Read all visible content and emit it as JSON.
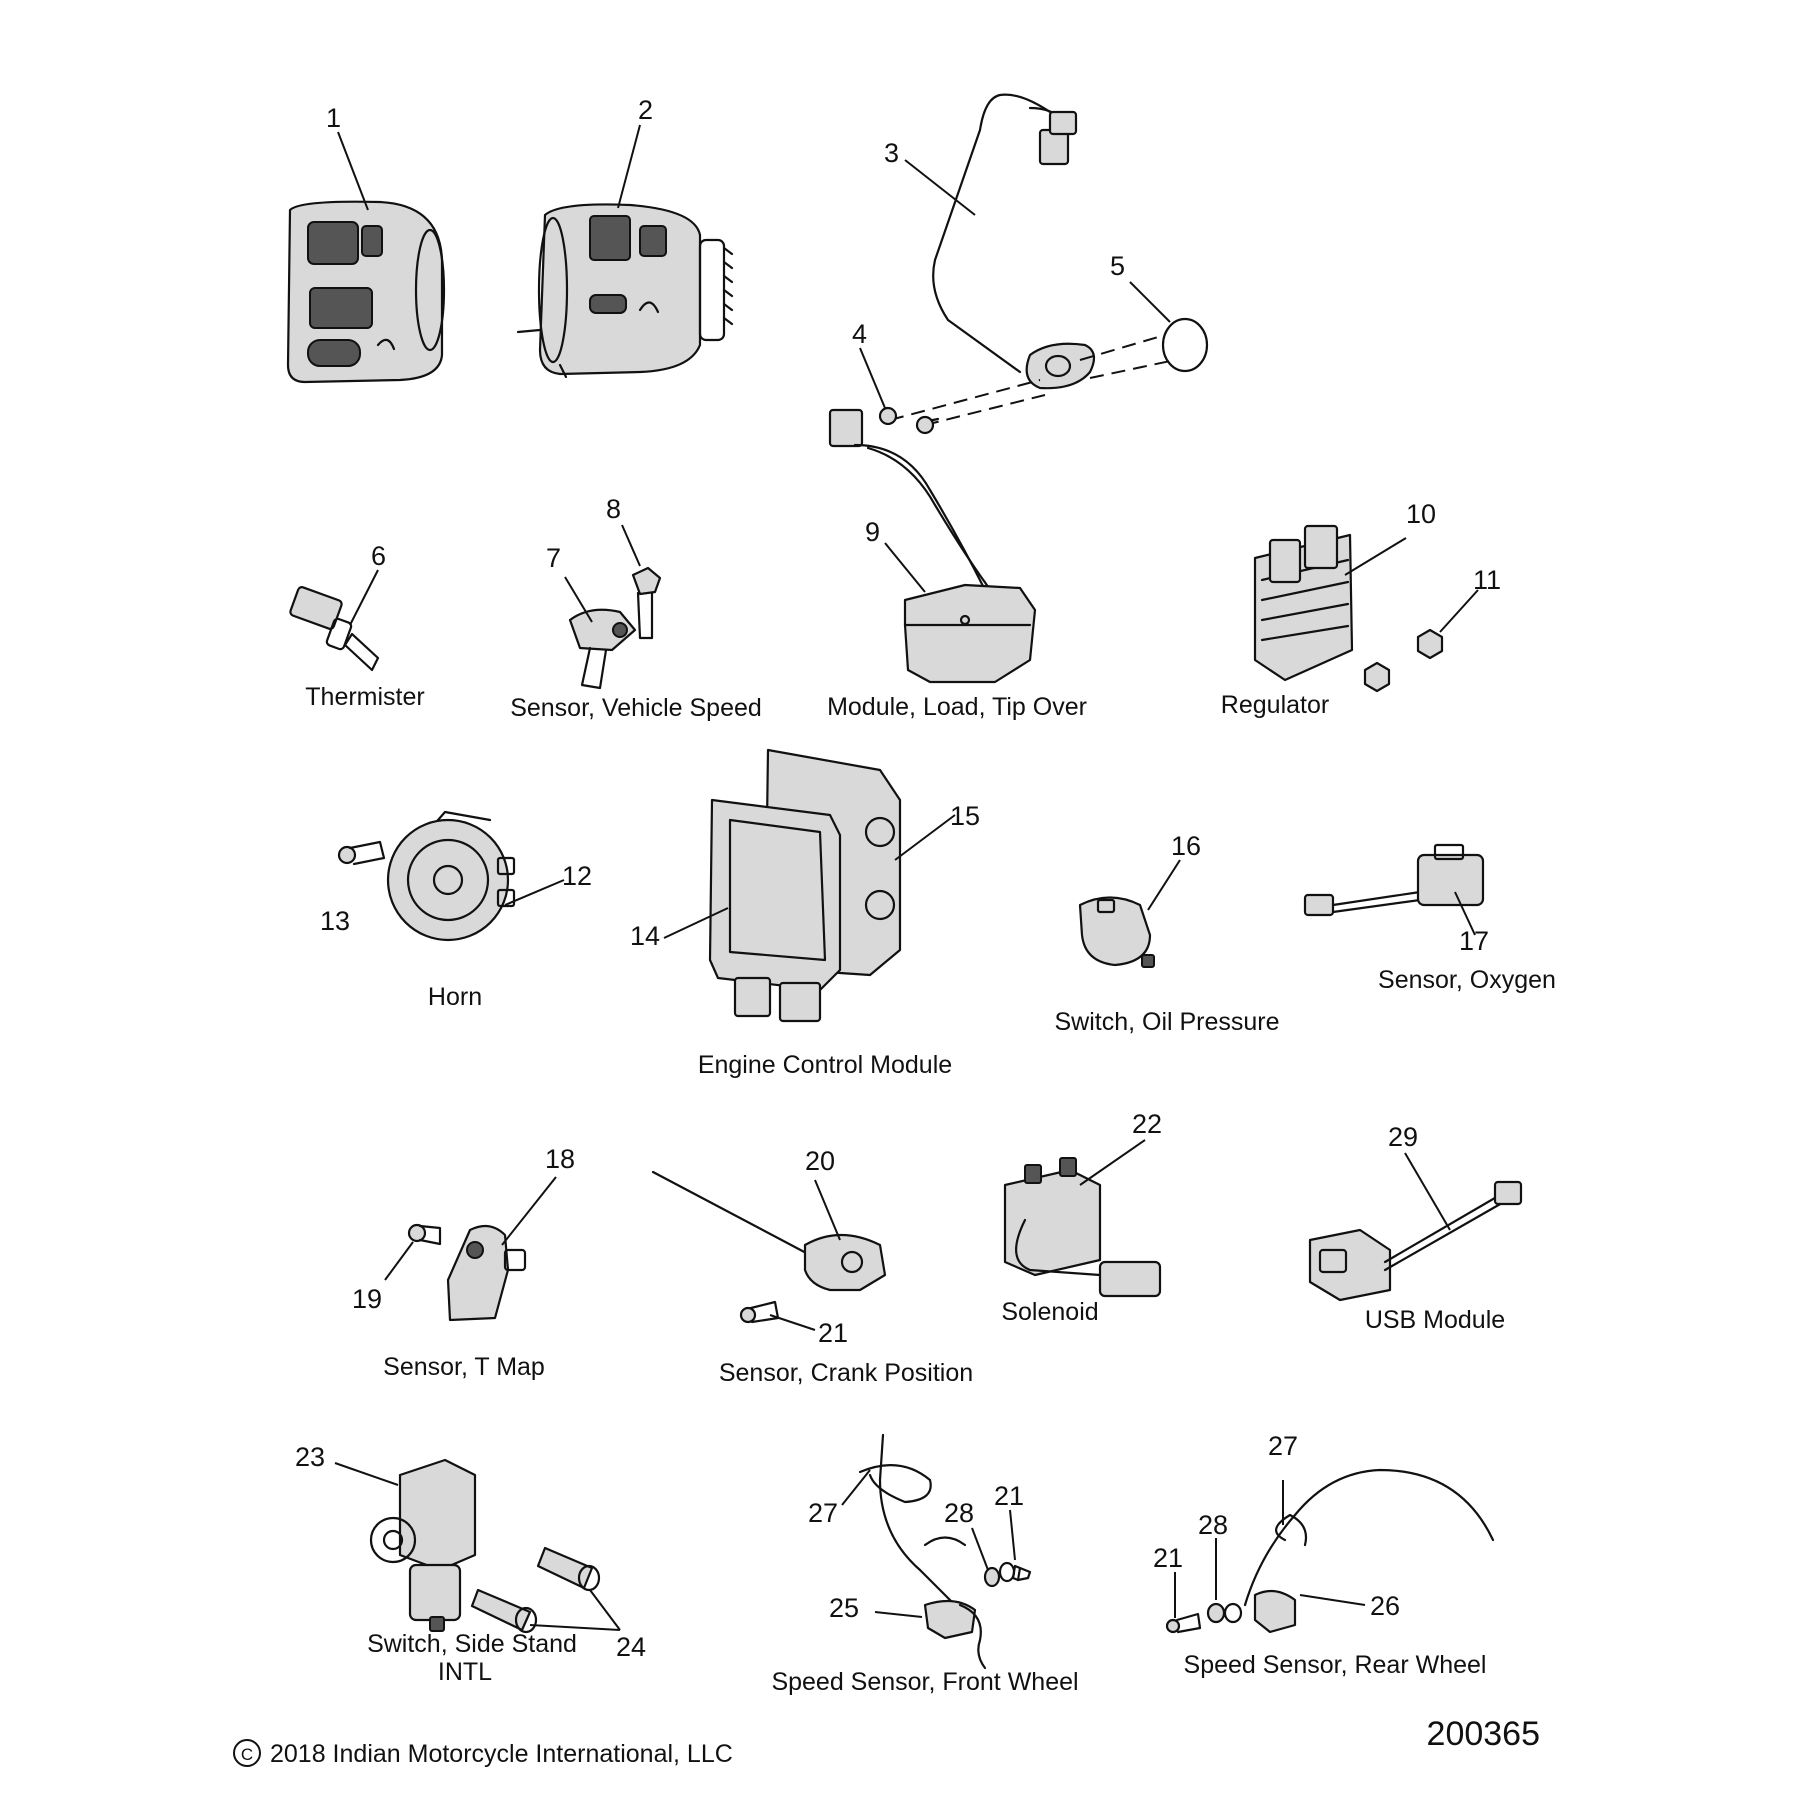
{
  "callouts": [
    "1",
    "2",
    "3",
    "4",
    "5",
    "6",
    "7",
    "8",
    "9",
    "10",
    "11",
    "12",
    "13",
    "14",
    "15",
    "16",
    "17",
    "18",
    "19",
    "20",
    "21",
    "21",
    "21",
    "22",
    "23",
    "24",
    "25",
    "26",
    "27",
    "27",
    "28",
    "28",
    "29"
  ],
  "captions": {
    "thermister": "Thermister",
    "sensor_vehicle_speed": "Sensor, Vehicle Speed",
    "module_load_tip_over": "Module, Load, Tip Over",
    "regulator": "Regulator",
    "horn": "Horn",
    "engine_control_module": "Engine Control Module",
    "switch_oil_pressure": "Switch, Oil Pressure",
    "sensor_oxygen": "Sensor, Oxygen",
    "sensor_t_map": "Sensor, T Map",
    "sensor_crank_position": "Sensor, Crank Position",
    "solenoid": "Solenoid",
    "usb_module": "USB Module",
    "switch_side_stand_line1": "Switch, Side Stand",
    "switch_side_stand_line2": "INTL",
    "speed_sensor_front_wheel": "Speed Sensor, Front Wheel",
    "speed_sensor_rear_wheel": "Speed Sensor, Rear Wheel"
  },
  "figure_id": "200365",
  "copyright": {
    "symbol": "C",
    "text": "2018 Indian Motorcycle International, LLC"
  }
}
